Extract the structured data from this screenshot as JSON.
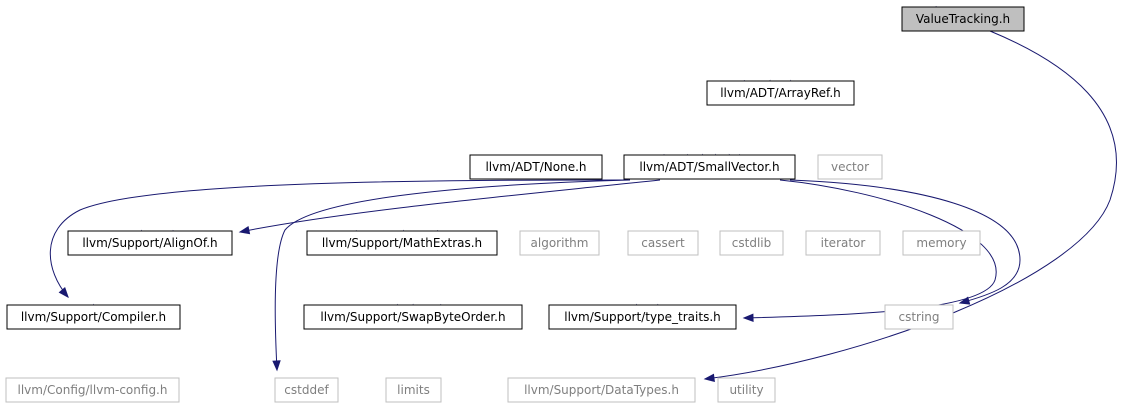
{
  "graph": {
    "nodes": [
      {
        "id": "valuetracking",
        "label": "ValueTracking.h",
        "kind": "root"
      },
      {
        "id": "arrayref",
        "label": "llvm/ADT/ArrayRef.h",
        "kind": "solid"
      },
      {
        "id": "none",
        "label": "llvm/ADT/None.h",
        "kind": "solid"
      },
      {
        "id": "smallvector",
        "label": "llvm/ADT/SmallVector.h",
        "kind": "solid"
      },
      {
        "id": "vector",
        "label": "vector",
        "kind": "sys"
      },
      {
        "id": "alignof",
        "label": "llvm/Support/AlignOf.h",
        "kind": "solid"
      },
      {
        "id": "mathextras",
        "label": "llvm/Support/MathExtras.h",
        "kind": "solid"
      },
      {
        "id": "algorithm",
        "label": "algorithm",
        "kind": "sys"
      },
      {
        "id": "cassert",
        "label": "cassert",
        "kind": "sys"
      },
      {
        "id": "cstdlib",
        "label": "cstdlib",
        "kind": "sys"
      },
      {
        "id": "iterator",
        "label": "iterator",
        "kind": "sys"
      },
      {
        "id": "memory",
        "label": "memory",
        "kind": "sys"
      },
      {
        "id": "compiler",
        "label": "llvm/Support/Compiler.h",
        "kind": "solid"
      },
      {
        "id": "swapbyteorder",
        "label": "llvm/Support/SwapByteOrder.h",
        "kind": "solid"
      },
      {
        "id": "typetraits",
        "label": "llvm/Support/type_traits.h",
        "kind": "solid"
      },
      {
        "id": "cstring",
        "label": "cstring",
        "kind": "sys"
      },
      {
        "id": "llvmconfig",
        "label": "llvm/Config/llvm-config.h",
        "kind": "sys"
      },
      {
        "id": "cstddef",
        "label": "cstddef",
        "kind": "sys"
      },
      {
        "id": "limits",
        "label": "limits",
        "kind": "sys"
      },
      {
        "id": "datatypes",
        "label": "llvm/Support/DataTypes.h",
        "kind": "sys"
      },
      {
        "id": "utility",
        "label": "utility",
        "kind": "sys"
      }
    ],
    "edges": [
      {
        "from": "valuetracking",
        "to": "arrayref"
      },
      {
        "from": "valuetracking",
        "to": "datatypes"
      },
      {
        "from": "arrayref",
        "to": "none"
      },
      {
        "from": "arrayref",
        "to": "smallvector"
      },
      {
        "from": "arrayref",
        "to": "vector"
      },
      {
        "from": "smallvector",
        "to": "alignof"
      },
      {
        "from": "smallvector",
        "to": "mathextras"
      },
      {
        "from": "smallvector",
        "to": "algorithm"
      },
      {
        "from": "smallvector",
        "to": "cassert"
      },
      {
        "from": "smallvector",
        "to": "cstdlib"
      },
      {
        "from": "smallvector",
        "to": "iterator"
      },
      {
        "from": "smallvector",
        "to": "memory"
      },
      {
        "from": "smallvector",
        "to": "compiler"
      },
      {
        "from": "smallvector",
        "to": "cstddef"
      },
      {
        "from": "smallvector",
        "to": "typetraits"
      },
      {
        "from": "smallvector",
        "to": "cstring"
      },
      {
        "from": "alignof",
        "to": "compiler"
      },
      {
        "from": "alignof",
        "to": "cstddef"
      },
      {
        "from": "mathextras",
        "to": "compiler"
      },
      {
        "from": "mathextras",
        "to": "swapbyteorder"
      },
      {
        "from": "mathextras",
        "to": "typetraits"
      },
      {
        "from": "mathextras",
        "to": "cstring"
      },
      {
        "from": "compiler",
        "to": "llvmconfig"
      },
      {
        "from": "swapbyteorder",
        "to": "cstddef"
      },
      {
        "from": "swapbyteorder",
        "to": "limits"
      },
      {
        "from": "swapbyteorder",
        "to": "datatypes"
      },
      {
        "from": "typetraits",
        "to": "cstddef"
      },
      {
        "from": "typetraits",
        "to": "datatypes"
      },
      {
        "from": "typetraits",
        "to": "utility"
      }
    ]
  }
}
